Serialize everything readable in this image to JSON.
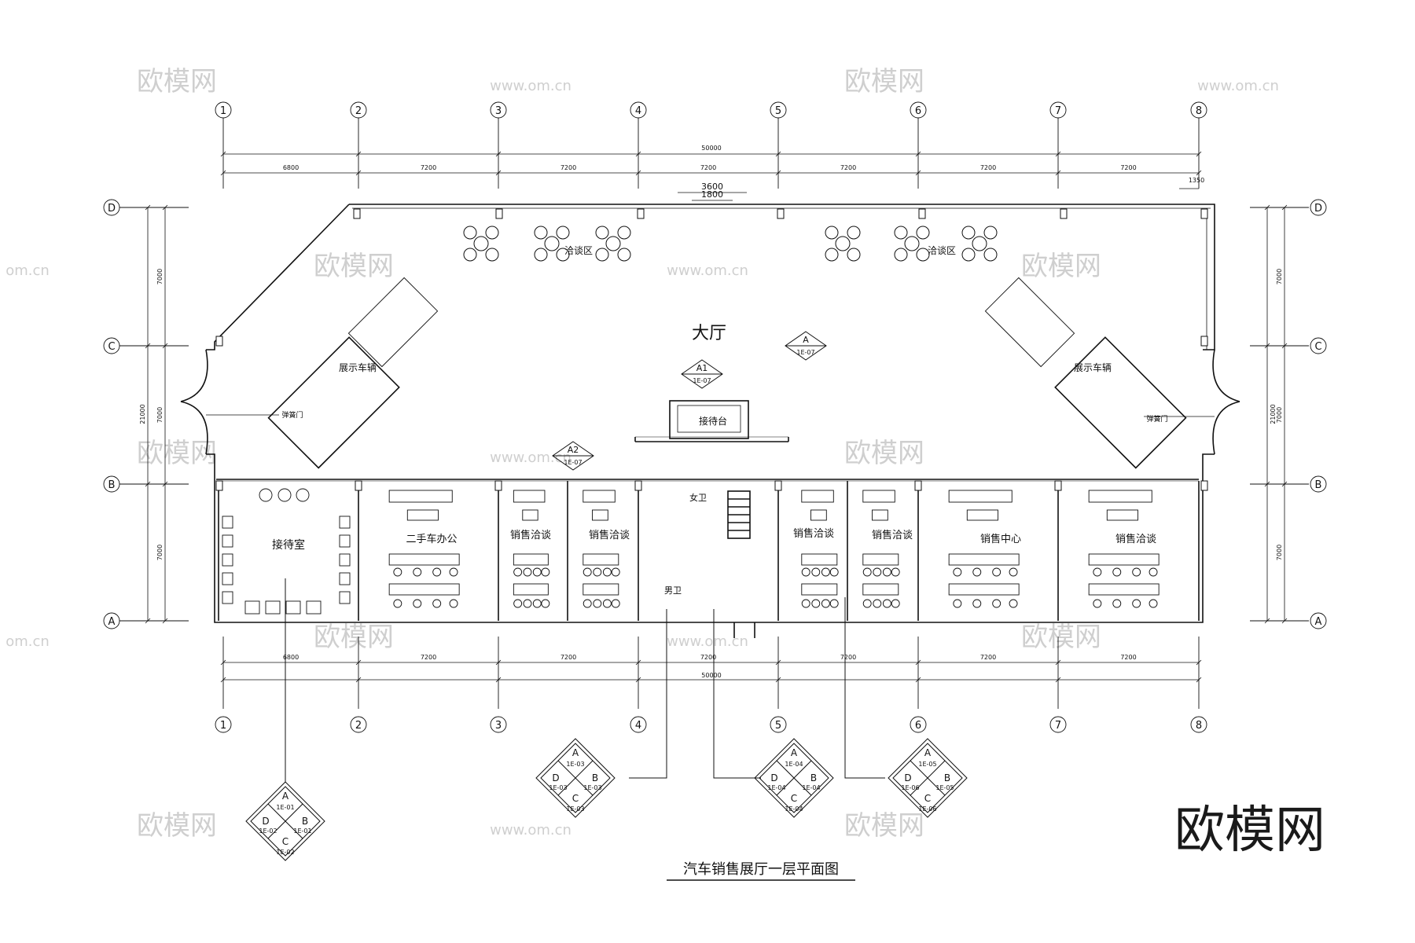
{
  "title": "汽车销售展厅一层平面图",
  "grid": {
    "columns": [
      "1",
      "2",
      "3",
      "4",
      "5",
      "6",
      "7",
      "8"
    ],
    "rows": [
      "D",
      "C",
      "B",
      "A"
    ]
  },
  "dimensions": {
    "total": "50000",
    "spans": [
      "6800",
      "7200",
      "7200",
      "7200",
      "7200",
      "7200",
      "7200"
    ],
    "entry_outer": "3600",
    "entry_inner": "1800",
    "right_offset": "1350",
    "side_total": "21000",
    "side_spans": [
      "7000",
      "7000",
      "7000"
    ]
  },
  "rooms": {
    "hall": "大厅",
    "negotiation": "洽谈区",
    "display_car": "展示车辆",
    "reception_desk": "接待台",
    "reception_room": "接待室",
    "used_car_office": "二手车办公",
    "sales_talk": "销售洽谈",
    "sales_center": "销售中心",
    "female_wc": "女卫",
    "male_wc": "男卫",
    "door_label": "弹簧门"
  },
  "markers": {
    "a1": {
      "top": "A1",
      "bottom": "1E-07"
    },
    "a2": {
      "top": "A2",
      "bottom": "1E-07"
    },
    "a": {
      "top": "A",
      "bottom": "1E-07"
    }
  },
  "index_diamonds": [
    {
      "letters": [
        "A",
        "B",
        "C",
        "D"
      ],
      "codes": [
        "1E-01",
        "1E-01",
        "1E-02",
        "1E-02"
      ]
    },
    {
      "letters": [
        "A",
        "B",
        "C",
        "D"
      ],
      "codes": [
        "1E-03",
        "1E-03",
        "1E-03",
        "1E-03"
      ]
    },
    {
      "letters": [
        "A",
        "B",
        "C",
        "D"
      ],
      "codes": [
        "1E-04",
        "1E-04",
        "1E-04",
        "1E-04"
      ]
    },
    {
      "letters": [
        "A",
        "B",
        "C",
        "D"
      ],
      "codes": [
        "1E-05",
        "1E-05",
        "1E-06",
        "1E-06"
      ]
    }
  ],
  "watermarks": {
    "brand": "欧模网",
    "url": "www.om.cn",
    "url_partial": "om.cn"
  }
}
